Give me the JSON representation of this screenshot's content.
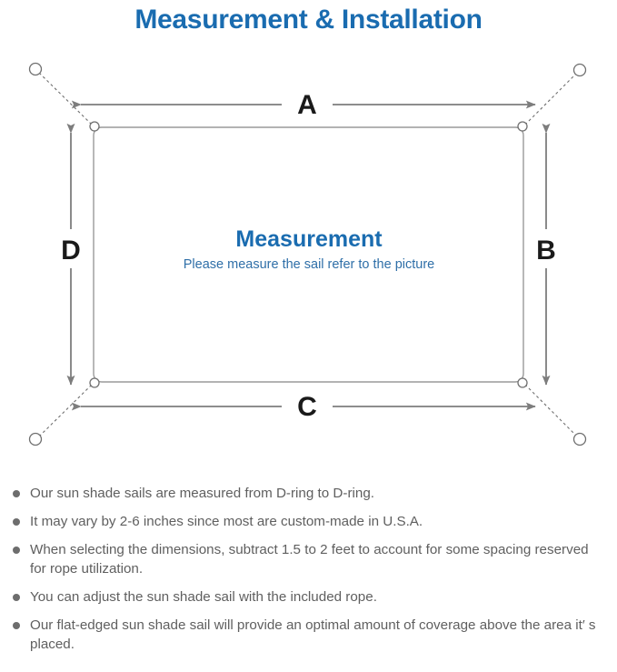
{
  "title": "Measurement & Installation",
  "colors": {
    "title_blue": "#1a6cb0",
    "center_heading_blue": "#1a6cb0",
    "center_sub_blue": "#2f6fa8",
    "line_gray": "#8a8a8a",
    "sail_border": "#9a9a9a",
    "label_black": "#1a1a1a",
    "note_text": "#5f5f5f",
    "bullet_gray": "#6d6d6d",
    "background": "#ffffff"
  },
  "diagram": {
    "center_heading": "Measurement",
    "center_subtitle": "Please measure the sail refer to the picture",
    "dimension_labels": [
      {
        "id": "A",
        "label": "A",
        "edge": "top"
      },
      {
        "id": "B",
        "label": "B",
        "edge": "right"
      },
      {
        "id": "C",
        "label": "C",
        "edge": "bottom"
      },
      {
        "id": "D",
        "label": "D",
        "edge": "left"
      }
    ],
    "anchor_points": [
      {
        "id": "top-left",
        "label": ""
      },
      {
        "id": "top-right",
        "label": ""
      },
      {
        "id": "bottom-left",
        "label": ""
      },
      {
        "id": "bottom-right",
        "label": ""
      }
    ]
  },
  "notes": [
    "Our sun shade sails are measured from D-ring to D-ring.",
    "It may vary by 2-6 inches since most are custom-made in U.S.A.",
    "When selecting the dimensions, subtract 1.5 to 2 feet to account for some spacing reserved for rope utilization.",
    "You can adjust the sun shade sail with the included rope.",
    "Our flat-edged sun shade sail will provide an optimal amount of coverage above the area it′ s placed."
  ]
}
